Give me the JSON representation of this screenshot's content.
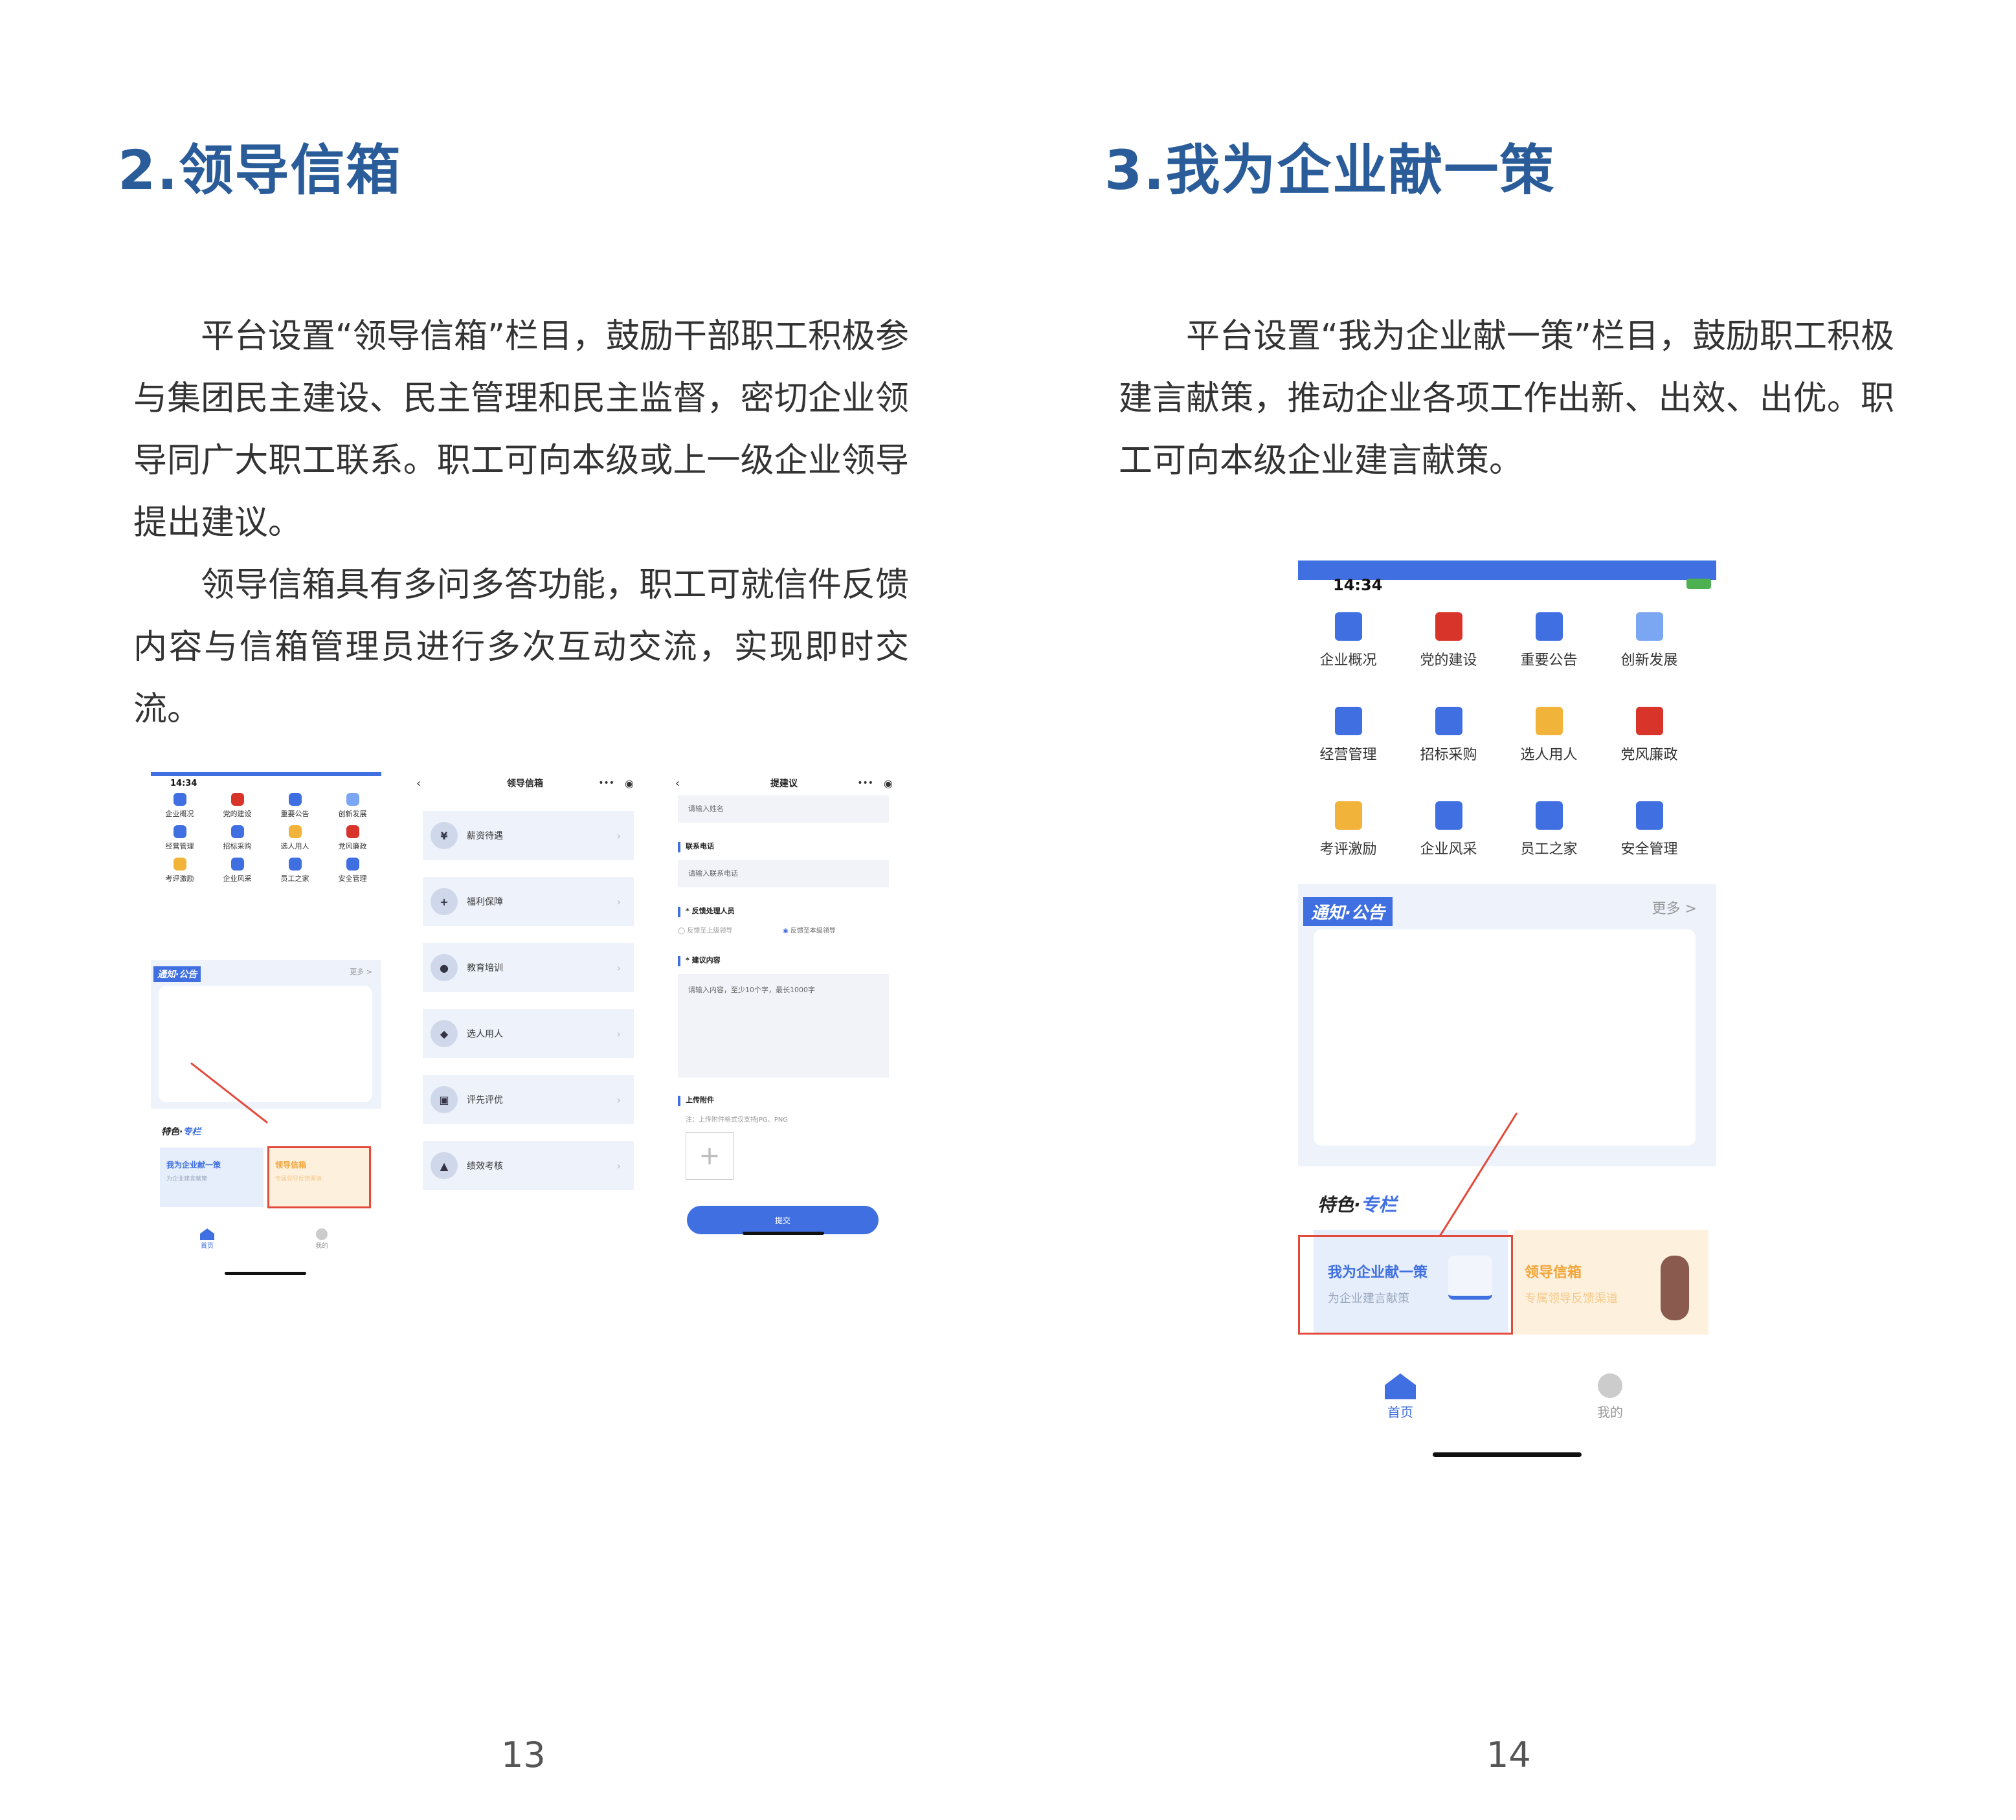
{
  "left": {
    "heading": "2.领导信箱",
    "paragraphs": [
      "平台设置“领导信箱”栏目，鼓励干部职工积极参与集团民主建设、民主管理和民主监督，密切企业领导同广大职工联系。职工可向本级或上一级企业领导提出建议。",
      "领导信箱具有多问多答功能，职工可就信件反馈内容与信箱管理员进行多次互动交流，实现即时交流。"
    ],
    "page_number": "13"
  },
  "right": {
    "heading": "3.我为企业献一策",
    "paragraphs": [
      "平台设置“我为企业献一策”栏目，鼓励职工积极建言献策，推动企业各项工作出新、出效、出优。职工可向本级企业建言献策。"
    ],
    "page_number": "14"
  },
  "phone_home": {
    "time": "14:34",
    "grid": [
      {
        "label": "企业概况",
        "icon": "book-icon",
        "color": "#3f6fe0"
      },
      {
        "label": "党的建设",
        "icon": "party-flag-icon",
        "color": "#d8342a"
      },
      {
        "label": "重要公告",
        "icon": "calendar-icon",
        "color": "#3f6fe0"
      },
      {
        "label": "创新发展",
        "icon": "shield-check-icon",
        "color": "#7aa6f2"
      },
      {
        "label": "经营管理",
        "icon": "building-icon",
        "color": "#3f6fe0"
      },
      {
        "label": "招标采购",
        "icon": "document-icon",
        "color": "#3f6fe0"
      },
      {
        "label": "选人用人",
        "icon": "people-icon",
        "color": "#f2b33a"
      },
      {
        "label": "党风廉政",
        "icon": "bell-icon",
        "color": "#d8342a"
      },
      {
        "label": "考评激励",
        "icon": "medal-icon",
        "color": "#f2b33a"
      },
      {
        "label": "企业风采",
        "icon": "flag-icon",
        "color": "#3f6fe0"
      },
      {
        "label": "员工之家",
        "icon": "person-icon",
        "color": "#3f6fe0"
      },
      {
        "label": "安全管理",
        "icon": "shield-icon",
        "color": "#3f6fe0"
      }
    ],
    "notice_tag": "通知·公告",
    "notice_more": "更多 >",
    "feature_title_a": "特色·",
    "feature_title_b": "专栏",
    "card_a_title": "我为企业献一策",
    "card_a_sub": "为企业建言献策",
    "card_b_title": "领导信箱",
    "card_b_sub": "专属领导反馈渠道",
    "tab_home": "首页",
    "tab_mine": "我的"
  },
  "phone_menu": {
    "title": "领导信箱",
    "items": [
      "薪资待遇",
      "福利保障",
      "教育培训",
      "选人用人",
      "评先评优",
      "绩效考核"
    ]
  },
  "phone_form": {
    "title": "提建议",
    "name_placeholder": "请输入姓名",
    "phone_label": "联系电话",
    "phone_placeholder": "请输入联系电话",
    "handler_label": "* 反馈处理人员",
    "radio_a": "反馈至上级领导",
    "radio_b": "反馈至本级领导",
    "content_label": "* 建议内容",
    "content_placeholder": "请输入内容，至少10个字，最长1000字",
    "upload_label": "上传附件",
    "upload_note": "注：上传附件格式仅支持JPG、PNG",
    "submit": "提交"
  },
  "colors": {
    "heading": "#2a5c9a",
    "accent": "#3f6fe0",
    "highlight": "#e24a3b"
  }
}
